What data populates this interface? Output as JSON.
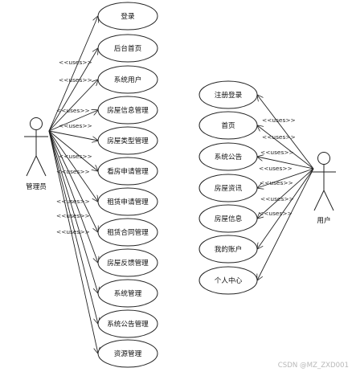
{
  "actors": {
    "admin": "管理员",
    "user": "用户"
  },
  "uses_label": "<<uses>>",
  "admin_use_cases": [
    "登录",
    "后台首页",
    "系统用户",
    "房屋信息管理",
    "房屋类型管理",
    "看房申请管理",
    "租赁申请管理",
    "租赁合同管理",
    "房屋反馈管理",
    "系统管理",
    "系统公告管理",
    "资源管理"
  ],
  "user_use_cases": [
    "注册登录",
    "首页",
    "系统公告",
    "房屋资讯",
    "房屋信息",
    "我的账户",
    "个人中心"
  ],
  "watermark": "CSDN @MZ_ZXD001"
}
